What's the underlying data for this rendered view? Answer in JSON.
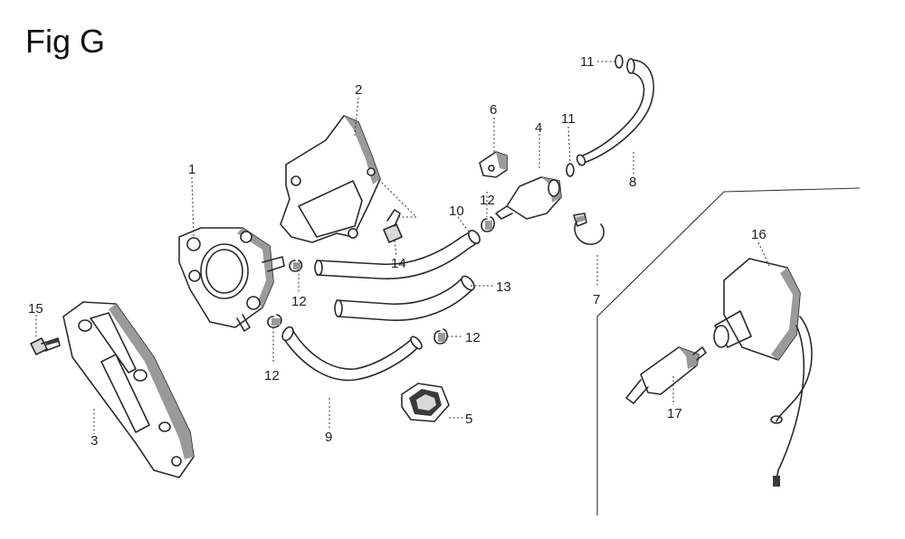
{
  "figure": {
    "title": "Fig G"
  },
  "callouts": {
    "p1": "1",
    "p2": "2",
    "p3": "3",
    "p4": "4",
    "p5": "5",
    "p6": "6",
    "p7": "7",
    "p8": "8",
    "p9": "9",
    "p10": "10",
    "p11a": "11",
    "p11b": "11",
    "p12a": "12",
    "p12b": "12",
    "p12c": "12",
    "p12d": "12",
    "p13": "13",
    "p14": "14",
    "p15": "15",
    "p16": "16",
    "p17": "17"
  }
}
